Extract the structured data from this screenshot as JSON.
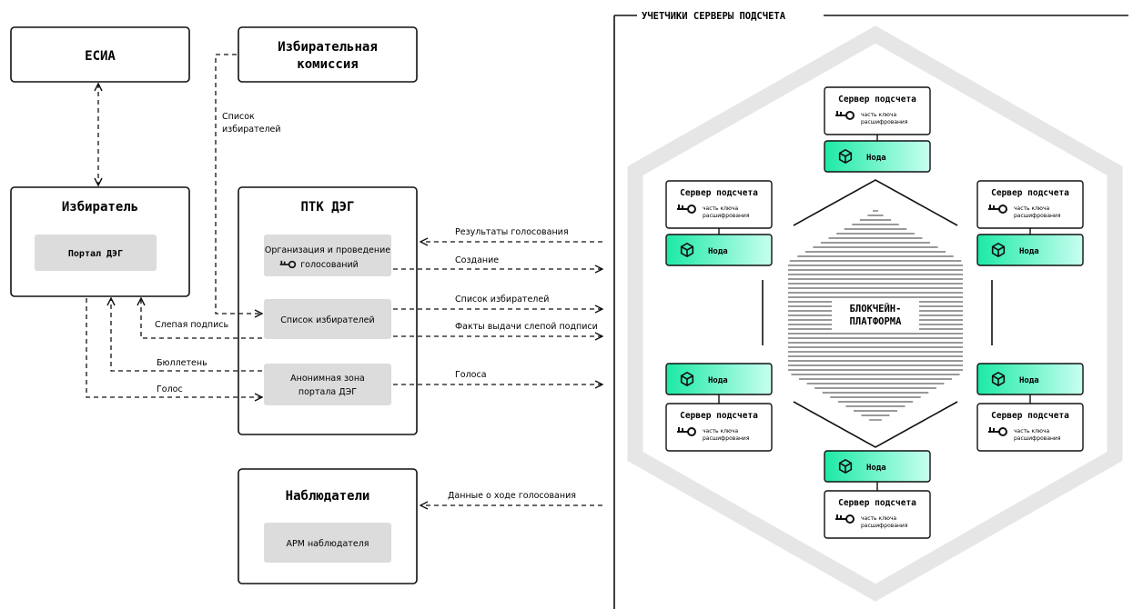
{
  "actors": {
    "esia": "ЕСИА",
    "commission_line1": "Избирательная",
    "commission_line2": "комиссия",
    "voter": "Избиратель",
    "portal": "Портал ДЭГ",
    "ptk": "ПТК ДЭГ",
    "observers": "Наблюдатели",
    "observer_workstation": "АРМ наблюдателя"
  },
  "ptk_modules": {
    "organization_line1": "Организация и проведение",
    "organization_line2": "голосований",
    "voter_list": "Список избирателей",
    "anon_line1": "Анонимная зона",
    "anon_line2": "портала ДЭГ"
  },
  "flow_labels": {
    "voter_list_line1": "Список",
    "voter_list_line2": "избирателей",
    "blind_signature": "Слепая подпись",
    "ballot": "Бюллетень",
    "vote": "Голос",
    "results": "Результаты голосования",
    "creation": "Создание",
    "voter_list_out": "Список избирателей",
    "blind_facts": "Факты выдачи слепой подписи",
    "votes": "Голоса",
    "observer_data": "Данные о ходе голосования"
  },
  "panel": {
    "title": "УЧЕТЧИКИ СЕРВЕРЫ ПОДСЧЕТА",
    "blockchain_line1": "БЛОКЧЕЙН-",
    "blockchain_line2": "ПЛАТФОРМА",
    "server_title": "Сервер подсчета",
    "key_line1": "часть ключа",
    "key_line2": "расшифрования",
    "node_label": "Нода"
  },
  "colors": {
    "node_gradient_start": "#1de9a6",
    "node_gradient_end": "#c8fff0",
    "module_fill": "#dcdcdc",
    "hexagon_stroke": "#e6e6e6"
  }
}
